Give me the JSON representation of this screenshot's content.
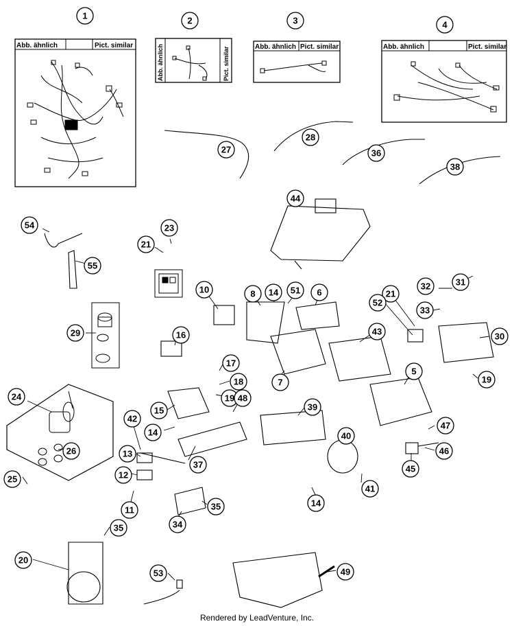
{
  "footer": "Rendered by LeadVenture, Inc.",
  "box_labels": {
    "abb": "Abb. ähnlich",
    "pict": "Pict. similar"
  },
  "callouts": [
    {
      "id": "c1",
      "label": "1"
    },
    {
      "id": "c2",
      "label": "2"
    },
    {
      "id": "c3",
      "label": "3"
    },
    {
      "id": "c4",
      "label": "4"
    },
    {
      "id": "c27",
      "label": "27"
    },
    {
      "id": "c28",
      "label": "28"
    },
    {
      "id": "c36",
      "label": "36"
    },
    {
      "id": "c38",
      "label": "38"
    },
    {
      "id": "c44",
      "label": "44"
    },
    {
      "id": "c54",
      "label": "54"
    },
    {
      "id": "c55",
      "label": "55"
    },
    {
      "id": "c23",
      "label": "23"
    },
    {
      "id": "c21a",
      "label": "21"
    },
    {
      "id": "c10",
      "label": "10"
    },
    {
      "id": "c8",
      "label": "8"
    },
    {
      "id": "c14a",
      "label": "14"
    },
    {
      "id": "c51",
      "label": "51"
    },
    {
      "id": "c6",
      "label": "6"
    },
    {
      "id": "c21b",
      "label": "21"
    },
    {
      "id": "c32",
      "label": "32"
    },
    {
      "id": "c31",
      "label": "31"
    },
    {
      "id": "c33",
      "label": "33"
    },
    {
      "id": "c52",
      "label": "52"
    },
    {
      "id": "c43",
      "label": "43"
    },
    {
      "id": "c30",
      "label": "30"
    },
    {
      "id": "c29",
      "label": "29"
    },
    {
      "id": "c16",
      "label": "16"
    },
    {
      "id": "c7",
      "label": "7"
    },
    {
      "id": "c5",
      "label": "5"
    },
    {
      "id": "c19b",
      "label": "19"
    },
    {
      "id": "c17",
      "label": "17"
    },
    {
      "id": "c18",
      "label": "18"
    },
    {
      "id": "c19a",
      "label": "19"
    },
    {
      "id": "c15",
      "label": "15"
    },
    {
      "id": "c48",
      "label": "48"
    },
    {
      "id": "c39",
      "label": "39"
    },
    {
      "id": "c24",
      "label": "24"
    },
    {
      "id": "c42",
      "label": "42"
    },
    {
      "id": "c14b",
      "label": "14"
    },
    {
      "id": "c47",
      "label": "47"
    },
    {
      "id": "c40",
      "label": "40"
    },
    {
      "id": "c46",
      "label": "46"
    },
    {
      "id": "c26",
      "label": "26"
    },
    {
      "id": "c13",
      "label": "13"
    },
    {
      "id": "c37",
      "label": "37"
    },
    {
      "id": "c45",
      "label": "45"
    },
    {
      "id": "c12",
      "label": "12"
    },
    {
      "id": "c25",
      "label": "25"
    },
    {
      "id": "c41",
      "label": "41"
    },
    {
      "id": "c11",
      "label": "11"
    },
    {
      "id": "c35a",
      "label": "35"
    },
    {
      "id": "c14c",
      "label": "14"
    },
    {
      "id": "c34",
      "label": "34"
    },
    {
      "id": "c35b",
      "label": "35"
    },
    {
      "id": "c20",
      "label": "20"
    },
    {
      "id": "c53",
      "label": "53"
    },
    {
      "id": "c49",
      "label": "49"
    }
  ]
}
